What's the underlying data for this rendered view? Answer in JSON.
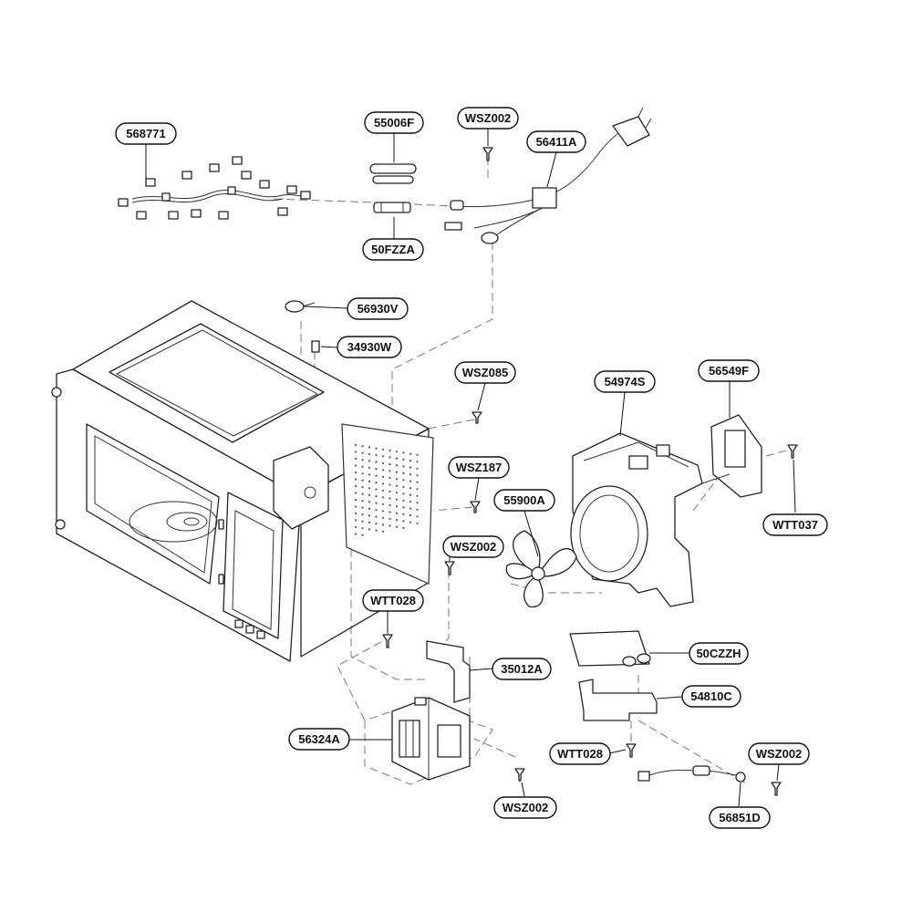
{
  "labels": {
    "harness": "568771",
    "fuse_clip": "55006F",
    "fuse": "50FZZA",
    "screw_top": "WSZ002",
    "power_cord": "56411A",
    "thermostat": "56930V",
    "thermo_bracket": "34930W",
    "screw_085": "WSZ085",
    "screw_187": "WSZ187",
    "screw_mid": "WSZ002",
    "fan_duct": "54974S",
    "fan_motor": "56549F",
    "screw_037": "WTT037",
    "fan_blade": "55900A",
    "screw_028a": "WTT028",
    "capacitor": "50CZZH",
    "bracket": "35012A",
    "cap_bracket": "54810C",
    "magnetron": "56324A",
    "screw_028b": "WTT028",
    "screw_right": "WSZ002",
    "screw_bottom": "WSZ002",
    "diode": "56851D"
  }
}
